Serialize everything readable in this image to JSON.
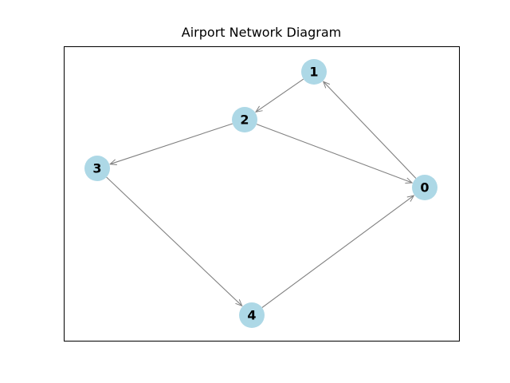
{
  "title": "Airport Network Diagram",
  "colors": {
    "node_fill": "#add8e6",
    "edge": "#808080",
    "frame": "#000000",
    "label": "#000000"
  },
  "nodes": [
    {
      "id": "0",
      "label": "0"
    },
    {
      "id": "1",
      "label": "1"
    },
    {
      "id": "2",
      "label": "2"
    },
    {
      "id": "3",
      "label": "3"
    },
    {
      "id": "4",
      "label": "4"
    }
  ],
  "edges": [
    {
      "from": "0",
      "to": "1"
    },
    {
      "from": "1",
      "to": "2"
    },
    {
      "from": "2",
      "to": "3"
    },
    {
      "from": "2",
      "to": "0"
    },
    {
      "from": "3",
      "to": "4"
    },
    {
      "from": "4",
      "to": "0"
    }
  ]
}
